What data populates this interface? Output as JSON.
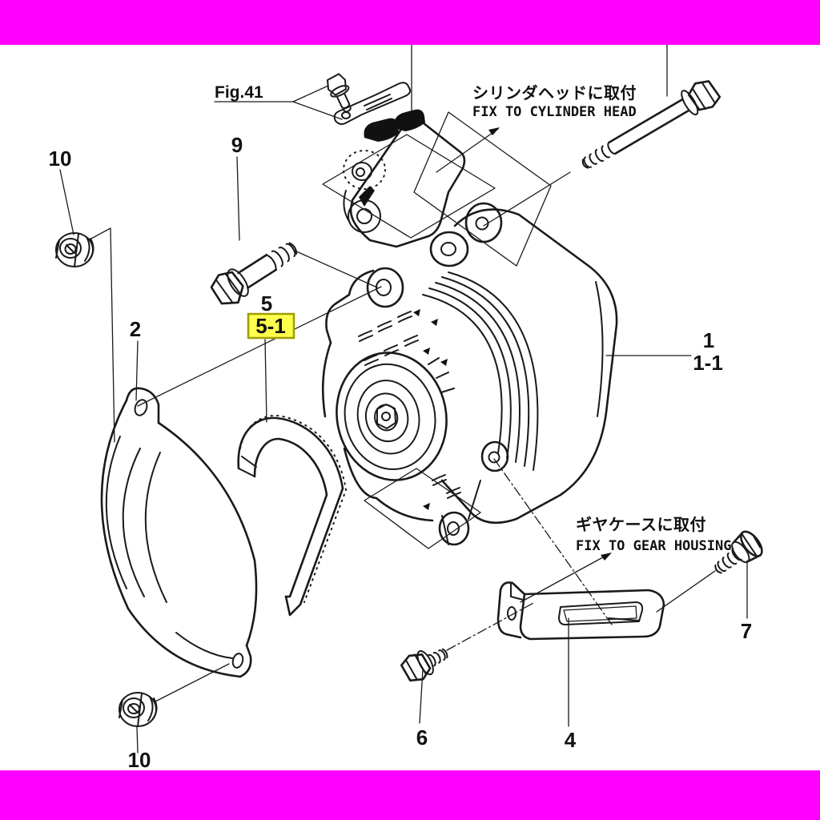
{
  "frame": {
    "top_bar_color": "#ff00ff",
    "bottom_bar_color": "#ff00ff",
    "background": "#ffffff",
    "line_color": "#1a1a1a"
  },
  "figure_ref": {
    "label": "Fig.41"
  },
  "part_labels": {
    "nut_top": "10",
    "pivot_bolt": "9",
    "mounting_plate": "2",
    "v_belt": "5",
    "v_belt_sub": "5-1",
    "alternator": "1",
    "alternator_sub": "1-1",
    "strap_front_bolt": "7",
    "strap_rear_bolt": "6",
    "adjusting_strap": "4",
    "nut_bottom": "10"
  },
  "annotations": {
    "cylinder_head": {
      "jp": "シリンダヘッドに取付",
      "en": "FIX TO CYLINDER HEAD"
    },
    "gear_housing": {
      "jp": "ギヤケースに取付",
      "en": "FIX TO GEAR HOUSING"
    }
  },
  "highlight": {
    "fill": "#ffff4d",
    "border": "#9d9d00",
    "text_color": "#111111"
  }
}
